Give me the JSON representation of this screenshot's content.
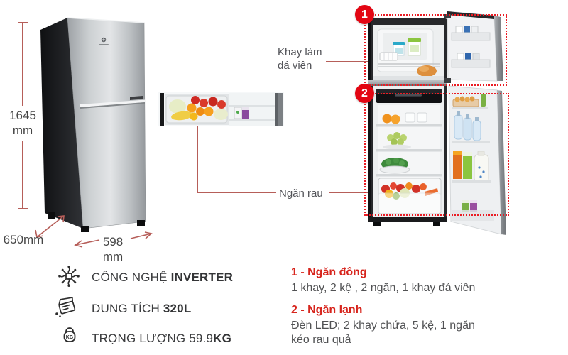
{
  "colors": {
    "callout_red": "#e30613",
    "heading_red": "#d7251d",
    "dimension_line_red": "#b65e59",
    "text_dark": "#3b3c3e",
    "text_gray": "#525358"
  },
  "left_panel": {
    "height_value": "1645",
    "height_unit": "mm",
    "depth_label": "650mm",
    "width_value": "598",
    "width_unit": "mm"
  },
  "annotations": {
    "ice_tray_label_line1": "Khay làm",
    "ice_tray_label_line2": "đá viên",
    "vegetable_drawer_label": "Ngăn rau",
    "callout_1": "1",
    "callout_2": "2"
  },
  "specs": [
    {
      "icon": "inverter-icon",
      "text": "CÔNG NGHỆ ",
      "bold": "INVERTER"
    },
    {
      "icon": "capacity-icon",
      "text": "DUNG TÍCH ",
      "bold": "320L"
    },
    {
      "icon": "weight-icon",
      "text": "TRỌNG LƯỢNG 59.9",
      "bold": "KG"
    }
  ],
  "icons": {
    "weight_badge": "KG"
  },
  "features": [
    {
      "number": "1",
      "title": "1 - Ngăn đông",
      "description": "1 khay, 2 kệ , 2 ngăn, 1 khay đá viên"
    },
    {
      "number": "2",
      "title": "2 - Ngăn lạnh",
      "description": "Đèn LED; 2 khay chứa, 5 kệ, 1 ngăn kéo rau quả"
    }
  ]
}
